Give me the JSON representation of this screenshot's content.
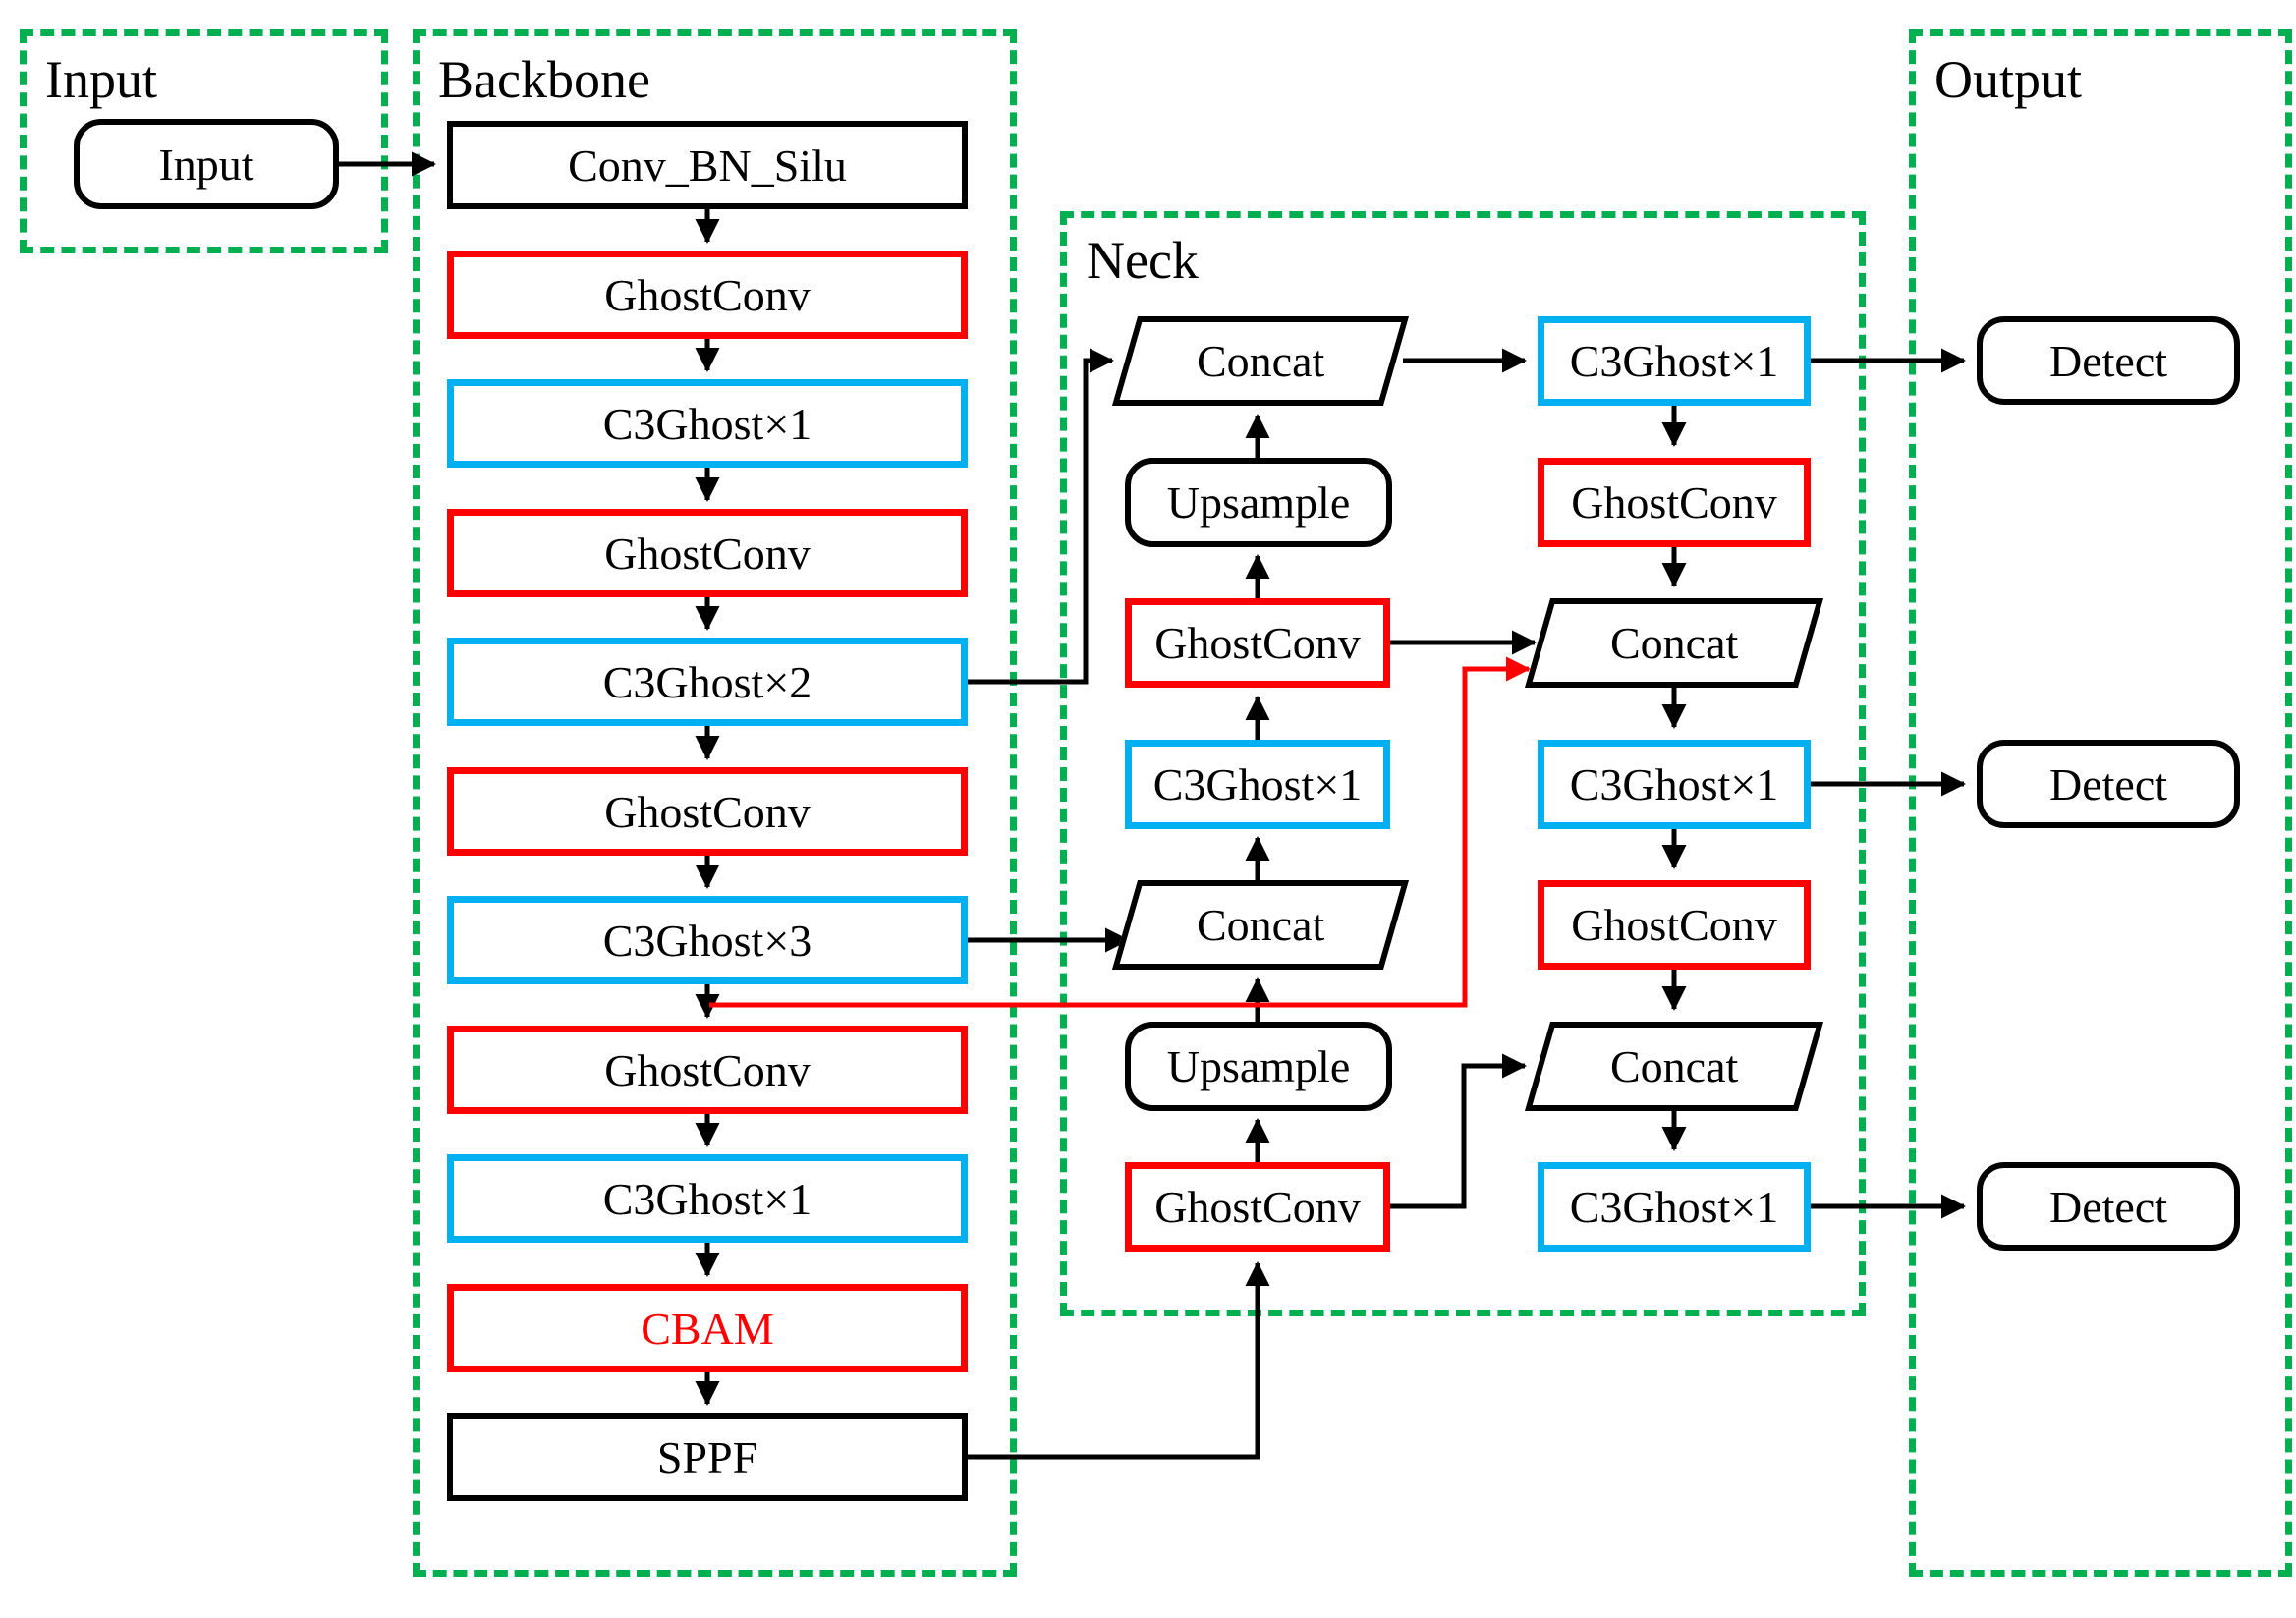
{
  "diagram": {
    "groups": {
      "input": "Input",
      "backbone": "Backbone",
      "neck": "Neck",
      "output": "Output"
    },
    "input_node": "Input",
    "backbone": {
      "nodes": [
        "Conv_BN_Silu",
        "GhostConv",
        "C3Ghost×1",
        "GhostConv",
        "C3Ghost×2",
        "GhostConv",
        "C3Ghost×3",
        "GhostConv",
        "C3Ghost×1",
        "CBAM",
        "SPPF"
      ]
    },
    "neck": {
      "left": [
        "Concat",
        "Upsample",
        "GhostConv",
        "C3Ghost×1",
        "Concat",
        "Upsample",
        "GhostConv"
      ],
      "right": [
        "C3Ghost×1",
        "GhostConv",
        "Concat",
        "C3Ghost×1",
        "GhostConv",
        "Concat",
        "C3Ghost×1"
      ]
    },
    "output": {
      "nodes": [
        "Detect",
        "Detect",
        "Detect"
      ]
    },
    "colors": {
      "group_border": "#00B050",
      "red_box": "#FF0000",
      "blue_box": "#00B0F0",
      "black_box": "#000000",
      "highlight_arrow": "#FF0000"
    },
    "edges": [
      "Input -> Conv_BN_Silu",
      "Conv_BN_Silu -> GhostConv -> C3Ghost×1 -> GhostConv -> C3Ghost×2 -> GhostConv -> C3Ghost×3 -> GhostConv -> C3Ghost×1 -> CBAM -> SPPF",
      "C3Ghost×2 -> neck top Concat",
      "C3Ghost×3 -> neck middle-left Concat",
      "below C3Ghost×3 (red) -> neck middle-right Concat",
      "SPPF -> neck bottom GhostConv",
      "bottom GhostConv -> Upsample -> Concat -> C3Ghost×1 -> GhostConv -> Upsample -> top Concat",
      "bottom GhostConv -> bottom-right Concat",
      "middle GhostConv -> middle-right Concat",
      "top Concat -> C3Ghost×1 -> Detect (P1)",
      "C3Ghost×1 -> GhostConv -> Concat -> C3Ghost×1 -> Detect (P2)",
      "C3Ghost×1 -> GhostConv -> Concat -> C3Ghost×1 -> Detect (P3)"
    ]
  }
}
